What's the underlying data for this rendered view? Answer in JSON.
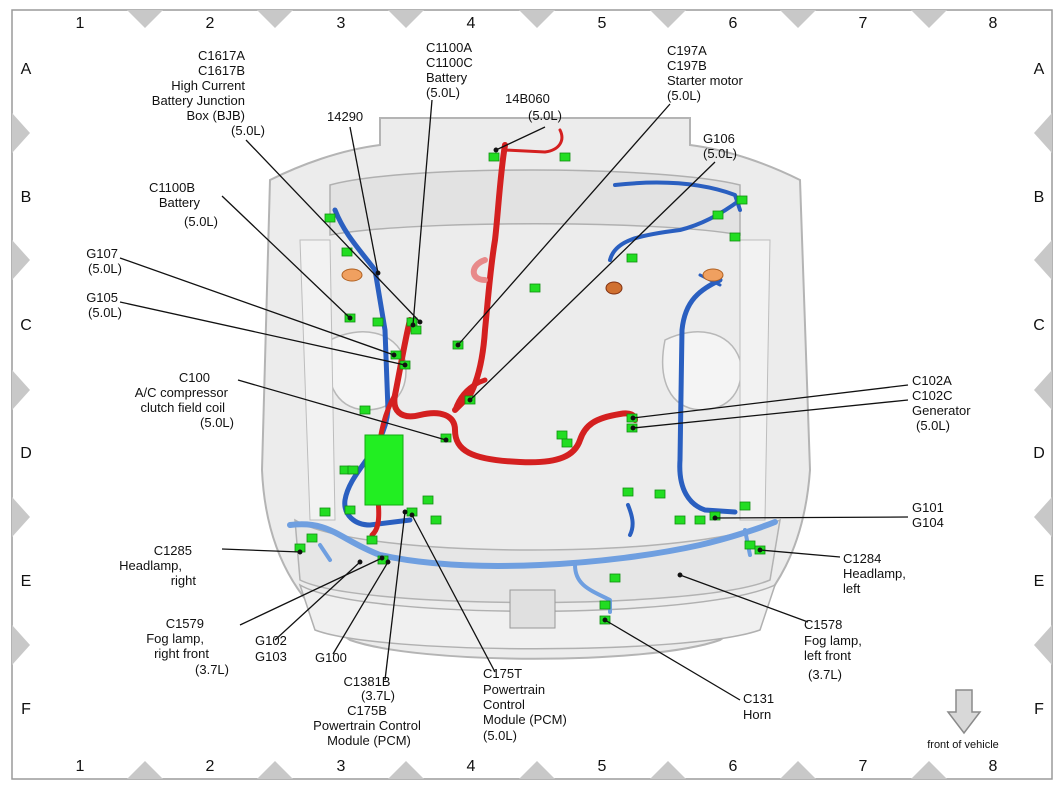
{
  "grid": {
    "columns": [
      "1",
      "2",
      "3",
      "4",
      "5",
      "6",
      "7",
      "8"
    ],
    "rows": [
      "A",
      "B",
      "C",
      "D",
      "E",
      "F"
    ]
  },
  "orientation": {
    "front_label": "front of vehicle",
    "arrow_icon": "down-arrow-icon"
  },
  "colors": {
    "battery_harness": "#d42020",
    "engine_harness": "#2a5fc0",
    "front_harness": "#7aa8e6",
    "connector": "#22dd22",
    "pcm": "#22ee22",
    "ground_eyelet": "#f0a060",
    "chassis": "#dcdcdc",
    "frame_marker": "#c8c8c8"
  },
  "callouts": [
    {
      "id": "c1617",
      "lines": [
        "C1617A",
        "C1617B",
        "High Current",
        "Battery Junction",
        "Box (BJB)",
        "(5.0L)"
      ]
    },
    {
      "id": "c1100b",
      "lines": [
        "C1100B",
        "Battery",
        "(5.0L)"
      ]
    },
    {
      "id": "g107",
      "lines": [
        "G107",
        "(5.0L)"
      ]
    },
    {
      "id": "g105",
      "lines": [
        "G105",
        "(5.0L)"
      ]
    },
    {
      "id": "c100",
      "lines": [
        "C100",
        "A/C compressor",
        "clutch field coil",
        "(5.0L)"
      ]
    },
    {
      "id": "c1285",
      "lines": [
        "C1285",
        "Headlamp,",
        "right"
      ]
    },
    {
      "id": "c1579",
      "lines": [
        "C1579",
        "Fog lamp,",
        "right front",
        "(3.7L)"
      ]
    },
    {
      "id": "g102",
      "lines": [
        "G102",
        "G103"
      ]
    },
    {
      "id": "g100",
      "lines": [
        "G100"
      ]
    },
    {
      "id": "c1381b",
      "lines": [
        "C1381B",
        "(3.7L)",
        "C175B",
        "Powertrain Control",
        "Module (PCM)"
      ]
    },
    {
      "id": "c175t",
      "lines": [
        "C175T",
        "Powertrain",
        "Control",
        "Module (PCM)",
        "(5.0L)"
      ]
    },
    {
      "id": "p14290",
      "lines": [
        "14290"
      ]
    },
    {
      "id": "c1100a",
      "lines": [
        "C1100A",
        "C1100C",
        "Battery",
        "(5.0L)"
      ]
    },
    {
      "id": "p14b060",
      "lines": [
        "14B060",
        "(5.0L)"
      ]
    },
    {
      "id": "c197",
      "lines": [
        "C197A",
        "C197B",
        "Starter motor",
        "(5.0L)"
      ]
    },
    {
      "id": "g106",
      "lines": [
        "G106",
        "(5.0L)"
      ]
    },
    {
      "id": "c102",
      "lines": [
        "C102A",
        "C102C",
        "Generator",
        "(5.0L)"
      ]
    },
    {
      "id": "g101",
      "lines": [
        "G101",
        "G104"
      ]
    },
    {
      "id": "c1284",
      "lines": [
        "C1284",
        "Headlamp,",
        "left"
      ]
    },
    {
      "id": "c1578",
      "lines": [
        "C1578",
        "Fog lamp,",
        "left front",
        "(3.7L)"
      ]
    },
    {
      "id": "c131",
      "lines": [
        "C131",
        "Horn"
      ]
    }
  ]
}
